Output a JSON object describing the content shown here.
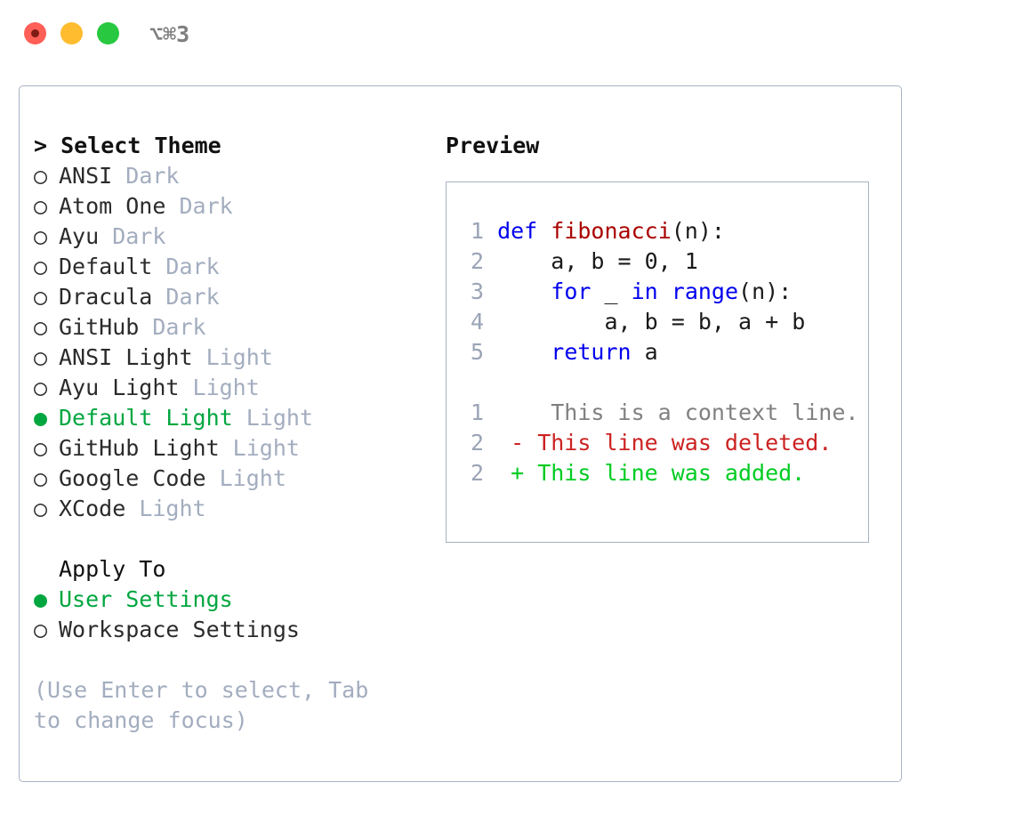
{
  "window": {
    "traffic_lights": [
      "close",
      "minimize",
      "maximize"
    ],
    "shortcut": "⌥⌘3"
  },
  "colors": {
    "accent_green": "#00a63f",
    "diff_add_green": "#00cc22",
    "diff_del_red": "#cc2222",
    "keyword_blue": "#0000ee",
    "function_red": "#aa0000",
    "muted": "#a3adbf",
    "border": "#a8b1c2"
  },
  "theme_picker": {
    "heading": "> Select Theme",
    "marker_selected": "●",
    "marker_unselected": "○",
    "items": [
      {
        "name": "ANSI",
        "tag": "Dark",
        "selected": false
      },
      {
        "name": "Atom One",
        "tag": "Dark",
        "selected": false
      },
      {
        "name": "Ayu",
        "tag": "Dark",
        "selected": false
      },
      {
        "name": "Default",
        "tag": "Dark",
        "selected": false
      },
      {
        "name": "Dracula",
        "tag": "Dark",
        "selected": false
      },
      {
        "name": "GitHub",
        "tag": "Dark",
        "selected": false
      },
      {
        "name": "ANSI Light",
        "tag": "Light",
        "selected": false
      },
      {
        "name": "Ayu Light",
        "tag": "Light",
        "selected": false
      },
      {
        "name": "Default Light",
        "tag": "Light",
        "selected": true
      },
      {
        "name": "GitHub Light",
        "tag": "Light",
        "selected": false
      },
      {
        "name": "Google Code",
        "tag": "Light",
        "selected": false
      },
      {
        "name": "XCode",
        "tag": "Light",
        "selected": false
      }
    ]
  },
  "apply_to": {
    "heading": "Apply To",
    "items": [
      {
        "name": "User Settings",
        "selected": true
      },
      {
        "name": "Workspace Settings",
        "selected": false
      }
    ]
  },
  "hint": "(Use Enter to select, Tab to change focus)",
  "preview": {
    "title": "Preview",
    "code_lines": [
      {
        "num": "1",
        "tokens": [
          {
            "t": "def ",
            "c": "kw"
          },
          {
            "t": "fibonacci",
            "c": "fn"
          },
          {
            "t": "(n):",
            "c": "pl"
          }
        ]
      },
      {
        "num": "2",
        "tokens": [
          {
            "t": "    a, b = 0, 1",
            "c": "pl"
          }
        ]
      },
      {
        "num": "3",
        "tokens": [
          {
            "t": "    ",
            "c": "pl"
          },
          {
            "t": "for",
            "c": "kw"
          },
          {
            "t": " _ ",
            "c": "pl"
          },
          {
            "t": "in",
            "c": "kw"
          },
          {
            "t": " ",
            "c": "pl"
          },
          {
            "t": "range",
            "c": "kw"
          },
          {
            "t": "(n):",
            "c": "pl"
          }
        ]
      },
      {
        "num": "4",
        "tokens": [
          {
            "t": "        a, b = b, a + b",
            "c": "pl"
          }
        ]
      },
      {
        "num": "5",
        "tokens": [
          {
            "t": "    ",
            "c": "pl"
          },
          {
            "t": "return",
            "c": "kw"
          },
          {
            "t": " a",
            "c": "pl"
          }
        ]
      }
    ],
    "diff_lines": [
      {
        "num": "1",
        "sign": " ",
        "text": "  This is a context line.",
        "kind": "ctx"
      },
      {
        "num": "2",
        "sign": "-",
        "text": " This line was deleted.",
        "kind": "del"
      },
      {
        "num": "2",
        "sign": "+",
        "text": " This line was added.",
        "kind": "add"
      }
    ]
  }
}
